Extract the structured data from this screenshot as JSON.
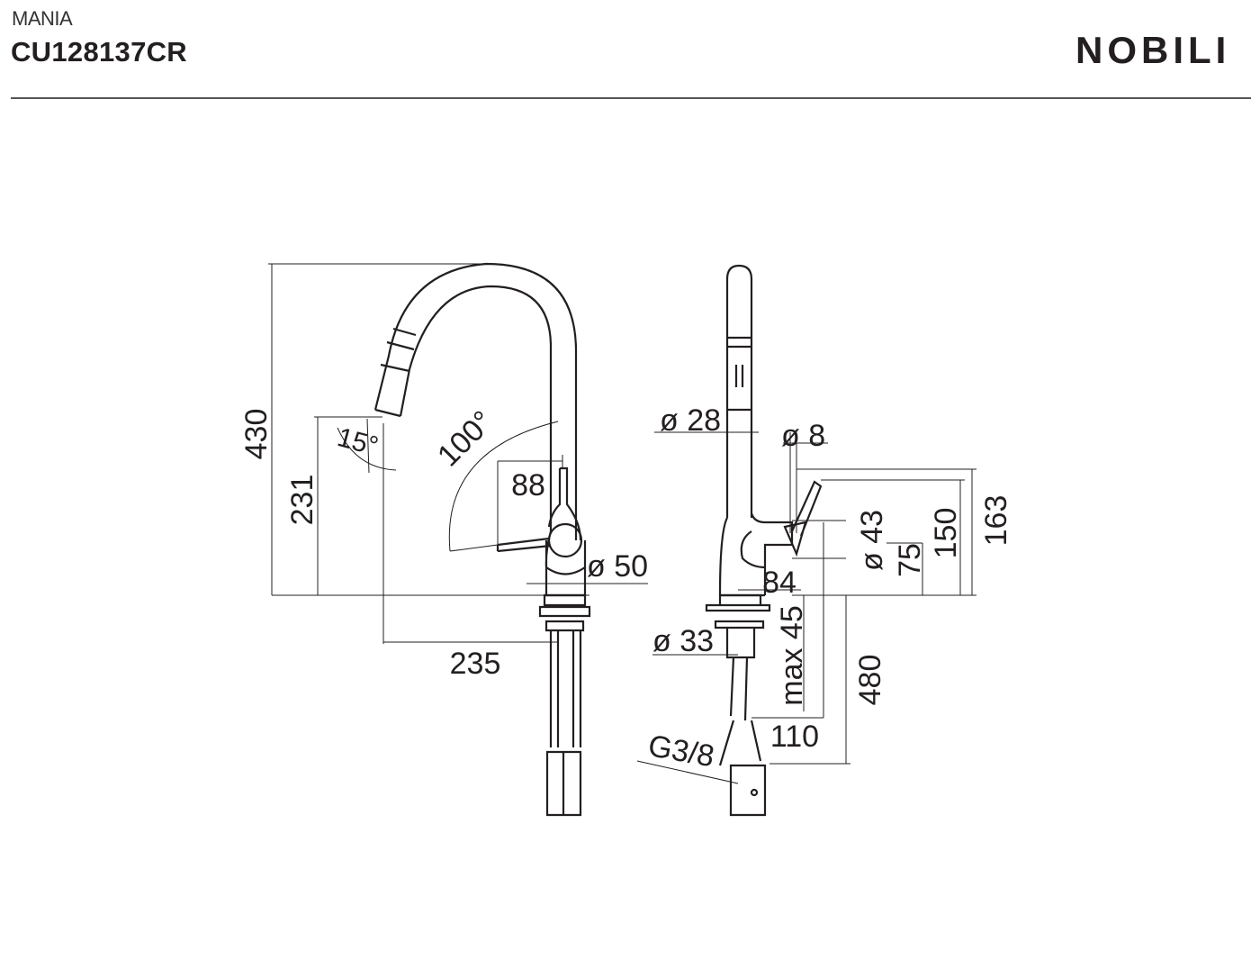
{
  "header": {
    "series": "MANIA",
    "product_code": "CU128137CR",
    "brand": "NOBILI"
  },
  "front_view": {
    "height_total": "430",
    "spout_height": "231",
    "spray_angle": "15°",
    "lever_angle": "100°",
    "lever_clearance": "88",
    "body_diameter": "ø 50",
    "spout_reach": "235"
  },
  "side_view": {
    "spout_diameter": "ø 28",
    "lever_diameter": "ø 8",
    "lever_pivot_diameter": "ø 43",
    "lever_pivot_height": "75",
    "lever_height": "150",
    "total_lever_height": "163",
    "body_depth": "84",
    "max_deck_thickness": "max 45",
    "mount_diameter": "ø 33",
    "hose_length": "480",
    "connection_offset": "110",
    "thread": "G3/8"
  }
}
